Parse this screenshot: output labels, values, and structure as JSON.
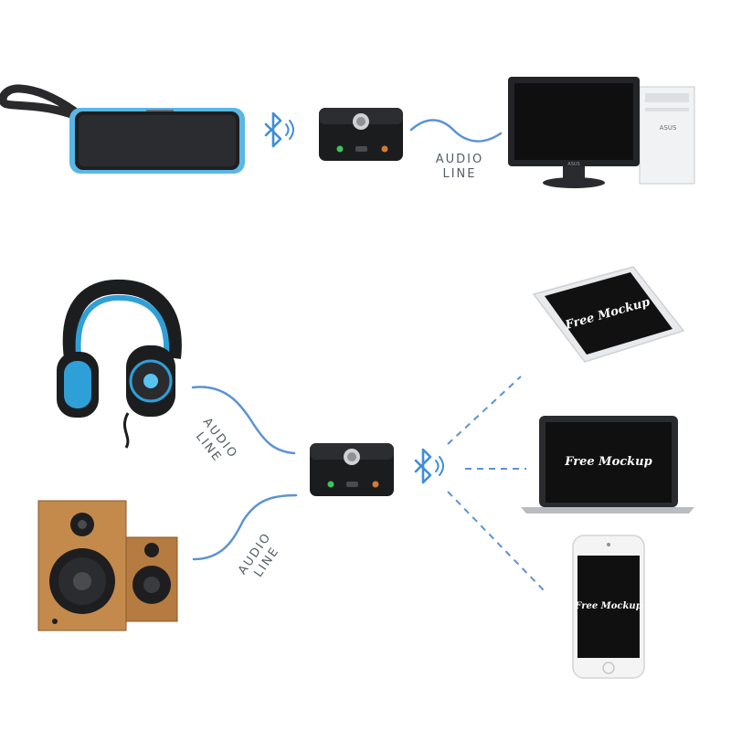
{
  "labels": {
    "audio_line_top": [
      "AUDIO",
      "LINE"
    ],
    "audio_line_headphones": [
      "AUDIO",
      "LINE"
    ],
    "audio_line_speakers": [
      "AUDIO",
      "LINE"
    ]
  },
  "brand": {
    "monitor": "ASUS",
    "tower": "ASUS"
  },
  "screens": {
    "tablet": "Free Mockup",
    "laptop": "Free Mockup",
    "phone": "Free Mockup"
  },
  "colors": {
    "accent_blue": "#5b93d3",
    "bluetooth_blue": "#3f8ed8",
    "device_black": "#1b1c1e",
    "speaker_teal": "#59b7e6",
    "wood": "#c48a4c"
  },
  "icons": [
    "bluetooth-icon",
    "bluetooth-icon"
  ]
}
